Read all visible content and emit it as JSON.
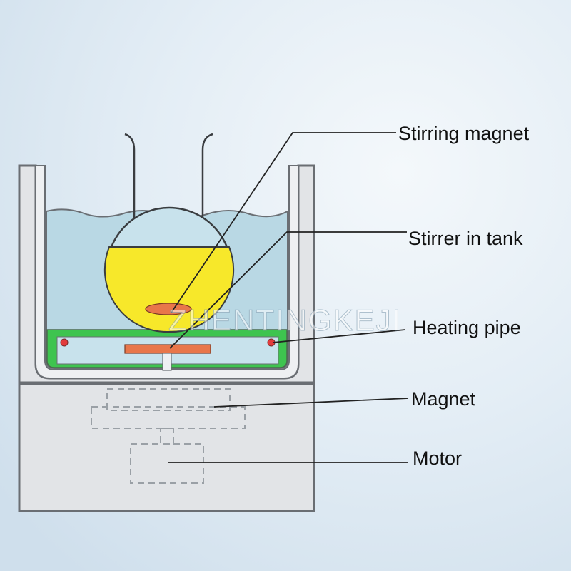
{
  "labels": {
    "stirring_magnet": "Stirring magnet",
    "stirrer_in_tank": "Stirrer in tank",
    "heating_pipe": "Heating pipe",
    "magnet": "Magnet",
    "motor": "Motor"
  },
  "watermark": "ZHENTINGKEJI",
  "colors": {
    "background": "#dfeaf3",
    "water": "#b9d8e4",
    "flask_liquid": "#f7e82a",
    "stir_bar": "#e8764a",
    "heating_frame": "#3ec44f",
    "heater_dot": "#e23b3b",
    "housing": "#e2e4e7",
    "outline": "#6a6e73"
  }
}
